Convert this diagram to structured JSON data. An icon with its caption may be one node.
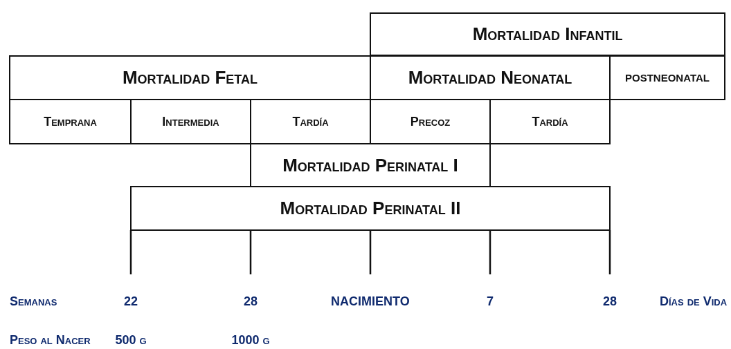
{
  "diagram": {
    "nodes": [
      {
        "text": [
          "Mortalidad Infantil"
        ]
      },
      {
        "text": [
          "Mortalidad Fetal"
        ]
      },
      {
        "text": [
          "Mortalidad Neonatal"
        ]
      },
      {
        "text": [
          "POSTNEONATAL"
        ]
      },
      {
        "text": [
          "Temprana"
        ]
      },
      {
        "text": [
          "Intermedia"
        ]
      },
      {
        "text": [
          "Tardía"
        ]
      },
      {
        "text": [
          "Precoz"
        ]
      },
      {
        "text": [
          "Tardía"
        ]
      },
      {
        "text": [
          "Mortalidad Perinatal I"
        ]
      },
      {
        "text": [
          "Mortalidad Perinatal II"
        ]
      }
    ],
    "edges": [],
    "labels": [
      "Semanas",
      "22",
      "28",
      "NACIMIENTO",
      "7",
      "28",
      "Días de Vida",
      "Peso al Nacer",
      "500 g",
      "1000 g"
    ]
  }
}
